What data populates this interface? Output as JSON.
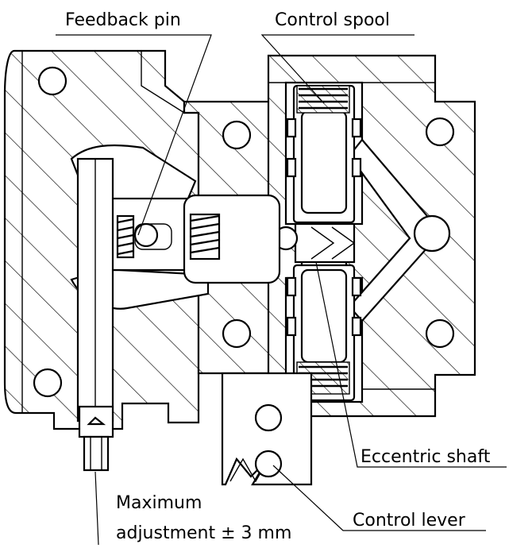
{
  "labels": {
    "feedback_pin": "Feedback pin",
    "control_spool": "Control spool",
    "eccentric_shaft": "Eccentric shaft",
    "maximum_line1": "Maximum",
    "maximum_line2": "adjustment ± 3 mm",
    "control_lever": "Control lever"
  },
  "colors": {
    "ink": "#000000",
    "paper": "#ffffff"
  }
}
